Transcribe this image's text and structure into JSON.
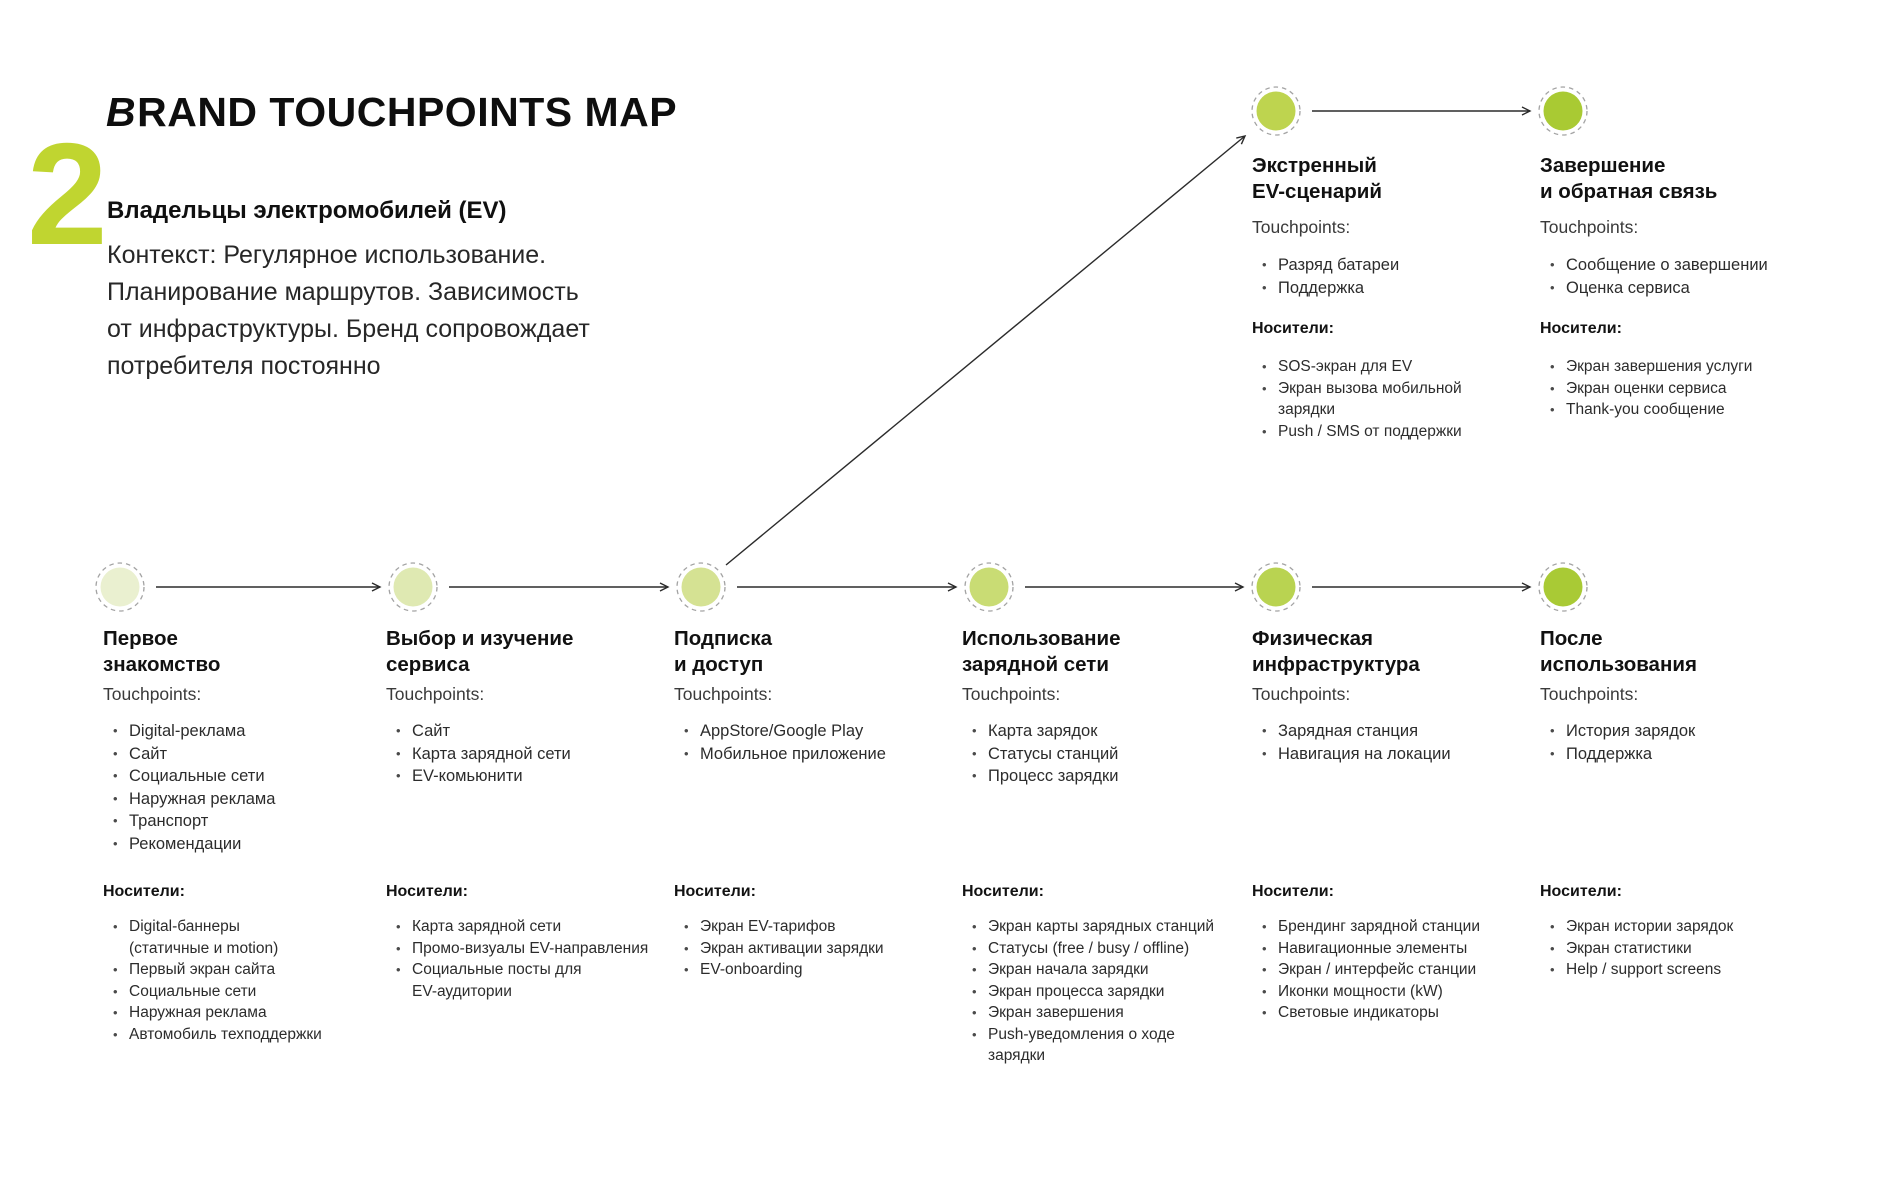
{
  "page": {
    "number": "2",
    "title_lead": "B",
    "title_rest": "RAND TOUCHPOINTS MAP",
    "audience": "Владельцы электромобилей (EV)",
    "context": "Контекст: Регулярное использование.\nПланирование маршрутов. Зависимость\nот инфраструктуры. Бренд сопровождает\nпотребителя постоянно"
  },
  "labels": {
    "touchpoints": "Touchpoints:",
    "carriers": "Носители:"
  },
  "colors": {
    "accent": "#c0d530",
    "arrow": "#2b2b2b",
    "node_ring": "#a3a3a3"
  },
  "stages": [
    {
      "title": "Первое\nзнакомство",
      "node_color": "#eaf0d0",
      "touchpoints": [
        "Digital-реклама",
        "Сайт",
        "Социальные сети",
        "Наружная реклама",
        "Транспорт",
        "Рекомендации"
      ],
      "carriers": [
        "Digital-баннеры\n(статичные и motion)",
        "Первый экран сайта",
        "Социальные сети",
        "Наружная реклама",
        "Автомобиль техподдержки"
      ]
    },
    {
      "title": "Выбор и изучение\nсервиса",
      "node_color": "#dfe9b2",
      "touchpoints": [
        "Сайт",
        "Карта зарядной сети",
        "EV-комьюнити"
      ],
      "carriers": [
        "Карта зарядной сети",
        "Промо-визуалы EV-направления",
        "Социальные посты для\nEV-аудитории"
      ]
    },
    {
      "title": "Подписка\nи доступ",
      "node_color": "#d5e293",
      "touchpoints": [
        "AppStore/Google Play",
        "Мобильное приложение"
      ],
      "carriers": [
        "Экран EV-тарифов",
        "Экран активации зарядки",
        "EV-onboarding"
      ]
    },
    {
      "title": "Использование\nзарядной сети",
      "node_color": "#c9dc74",
      "touchpoints": [
        "Карта зарядок",
        "Статусы станций",
        "Процесс зарядки"
      ],
      "carriers": [
        "Экран карты зарядных станций",
        "Статусы (free / busy / offline)",
        "Экран начала зарядки",
        "Экран процесса зарядки",
        "Экран завершения",
        "Push-уведомления о ходе\nзарядки"
      ]
    },
    {
      "title": "Физическая\nинфраструктура",
      "node_color": "#b9d351",
      "touchpoints": [
        "Зарядная станция",
        "Навигация на локации"
      ],
      "carriers": [
        "Брендинг зарядной станции",
        "Навигационные элементы",
        "Экран / интерфейс станции",
        "Иконки мощности (kW)",
        "Световые индикаторы"
      ]
    },
    {
      "title": "После\nиспользования",
      "node_color": "#a9ca35",
      "touchpoints": [
        "История зарядок",
        "Поддержка"
      ],
      "carriers": [
        "Экран истории зарядок",
        "Экран статистики",
        "Help / support screens"
      ]
    },
    {
      "title": "Экстренный\nEV-сценарий",
      "node_color": "#bed44f",
      "touchpoints": [
        "Разряд батареи",
        "Поддержка"
      ],
      "carriers": [
        "SOS-экран для EV",
        "Экран вызова мобильной\nзарядки",
        "Push / SMS от поддержки"
      ]
    },
    {
      "title": "Завершение\nи обратная связь",
      "node_color": "#a9ca33",
      "touchpoints": [
        "Сообщение о завершении",
        "Оценка сервиса"
      ],
      "carriers": [
        "Экран завершения услуги",
        "Экран оценки сервиса",
        "Thank-you сообщение"
      ]
    }
  ]
}
